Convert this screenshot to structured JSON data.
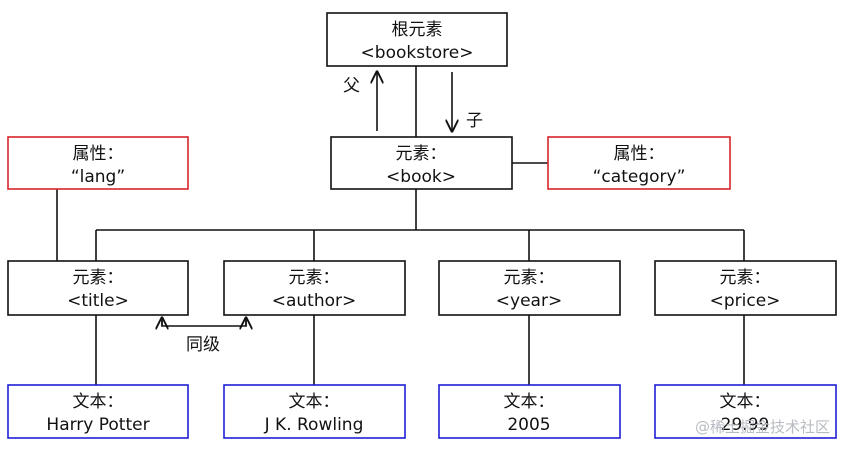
{
  "colors": {
    "element_border": "#111111",
    "attribute_border": "#d9262c",
    "text_border": "#1f1fd6",
    "watermark": "#b8bcc2"
  },
  "nodes": {
    "root": {
      "line1": "根元素",
      "line2": "<bookstore>"
    },
    "book": {
      "line1": "元素：",
      "line2": "<book>"
    },
    "attr_lang": {
      "line1": "属性：",
      "line2": "“lang”"
    },
    "attr_cat": {
      "line1": "属性：",
      "line2": "“category”"
    },
    "title": {
      "line1": "元素：",
      "line2": "<title>"
    },
    "author": {
      "line1": "元素：",
      "line2": "<author>"
    },
    "year": {
      "line1": "元素：",
      "line2": "<year>"
    },
    "price": {
      "line1": "元素：",
      "line2": "<price>"
    },
    "text_title": {
      "line1": "文本：",
      "line2": "Harry Potter"
    },
    "text_author": {
      "line1": "文本：",
      "line2": "J K. Rowling"
    },
    "text_year": {
      "line1": "文本：",
      "line2": "2005"
    },
    "text_price": {
      "line1": "文本：",
      "line2": "29.99"
    }
  },
  "labels": {
    "parent": "父",
    "child": "子",
    "sibling": "同级"
  },
  "watermark": "@稀土掘金技术社区"
}
